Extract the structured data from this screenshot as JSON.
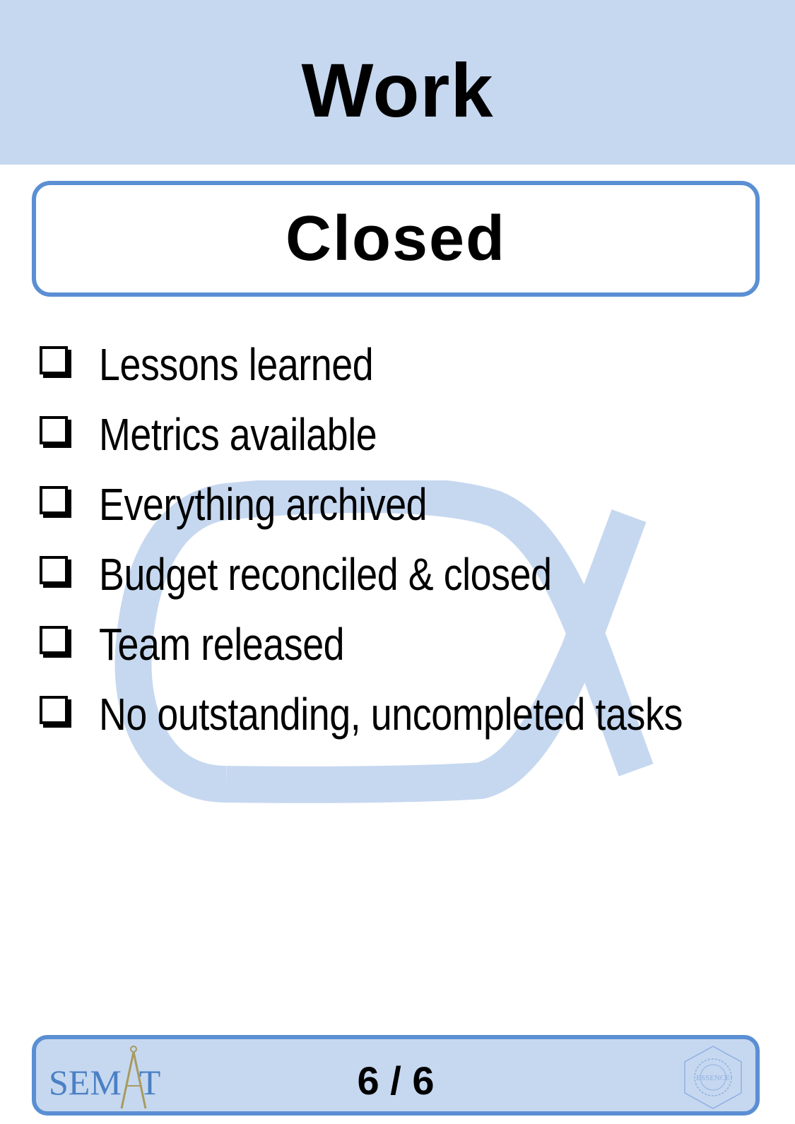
{
  "header": {
    "alpha": "Work"
  },
  "state": {
    "name": "Closed"
  },
  "checklist": {
    "items": [
      {
        "label": "Lessons learned",
        "checked": false
      },
      {
        "label": "Metrics available",
        "checked": false
      },
      {
        "label": "Everything archived",
        "checked": false
      },
      {
        "label": "Budget reconciled & closed",
        "checked": false
      },
      {
        "label": "Team released",
        "checked": false
      },
      {
        "label": "No outstanding, uncompleted tasks",
        "checked": false
      }
    ]
  },
  "footer": {
    "semat_logo_text": "SEMAT",
    "page_counter": "6 / 6",
    "essence_logo_text": "ESSENCE"
  },
  "colors": {
    "header_bg": "#c6d8f0",
    "accent_border": "#5b8fd3",
    "watermark": "#c6d8f0",
    "semat_blue": "#4a80c4"
  },
  "icons": {
    "watermark": "alpha-symbol-icon",
    "checkbox": "empty-checkbox-icon"
  }
}
